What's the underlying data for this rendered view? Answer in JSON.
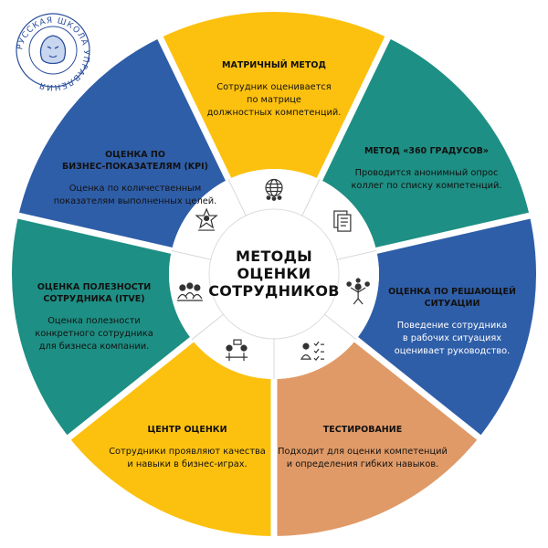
{
  "logo": {
    "text": "РУССКАЯ ШКОЛА УПРАВЛЕНИЯ",
    "color": "#2a4f9c"
  },
  "center": {
    "lines": [
      "МЕТОДЫ",
      "ОЦЕНКИ",
      "СОТРУДНИКОВ"
    ]
  },
  "colors": {
    "yellow": "#fcc10f",
    "teal": "#1e8f84",
    "blue": "#2f5ea8",
    "orange": "#e09a67",
    "separator": "#ffffff",
    "inner_ring": "#ffffff",
    "icon_stroke": "#333333"
  },
  "segments": [
    {
      "id": "matrix",
      "title": [
        "МАТРИЧНЫЙ МЕТОД"
      ],
      "desc": [
        "Сотрудник оценивается",
        "по матрице",
        "должностных компетенций."
      ],
      "color": "#fcc10f",
      "text_color": "#111111",
      "icon": "globe-network-icon"
    },
    {
      "id": "360",
      "title": [
        "МЕТОД «360 ГРАДУСОВ»"
      ],
      "desc": [
        "Проводится анонимный опрос",
        "коллег по списку компетенций."
      ],
      "color": "#1e8f84",
      "text_color": "#111111",
      "icon": "document-icon"
    },
    {
      "id": "situation",
      "title": [
        "ОЦЕНКА ПО РЕШАЮЩЕЙ",
        "СИТУАЦИИ"
      ],
      "desc": [
        "Поведение сотрудника",
        "в рабочих ситуациях",
        "оценивает руководство."
      ],
      "color": "#2f5ea8",
      "text_color": "#ffffff",
      "icon": "juggler-icon"
    },
    {
      "id": "testing",
      "title": [
        "ТЕСТИРОВАНИЕ"
      ],
      "desc": [
        "Подходит для оценки компетенций",
        "и определения гибких навыков."
      ],
      "color": "#e09a67",
      "text_color": "#111111",
      "icon": "checklist-person-icon"
    },
    {
      "id": "center",
      "title": [
        "ЦЕНТР ОЦЕНКИ"
      ],
      "desc": [
        "Сотрудники проявляют качества",
        "и навыки в бизнес-играх."
      ],
      "color": "#fcc10f",
      "text_color": "#111111",
      "icon": "meeting-icon"
    },
    {
      "id": "itve",
      "title": [
        "ОЦЕНКА ПОЛЕЗНОСТИ",
        "СОТРУДНИКА (ITVE)"
      ],
      "desc": [
        "Оценка полезности",
        "конкретного сотрудника",
        "для бизнеса компании."
      ],
      "color": "#1e8f84",
      "text_color": "#111111",
      "icon": "team-icon"
    },
    {
      "id": "kpi",
      "title": [
        "ОЦЕНКА ПО",
        "БИЗНЕС-ПОКАЗАТЕЛЯМ (KPI)"
      ],
      "desc": [
        "Оценка по количественным",
        "показателям выполненных целей."
      ],
      "color": "#2f5ea8",
      "text_color": "#111111",
      "icon": "kpi-badge-icon"
    }
  ]
}
